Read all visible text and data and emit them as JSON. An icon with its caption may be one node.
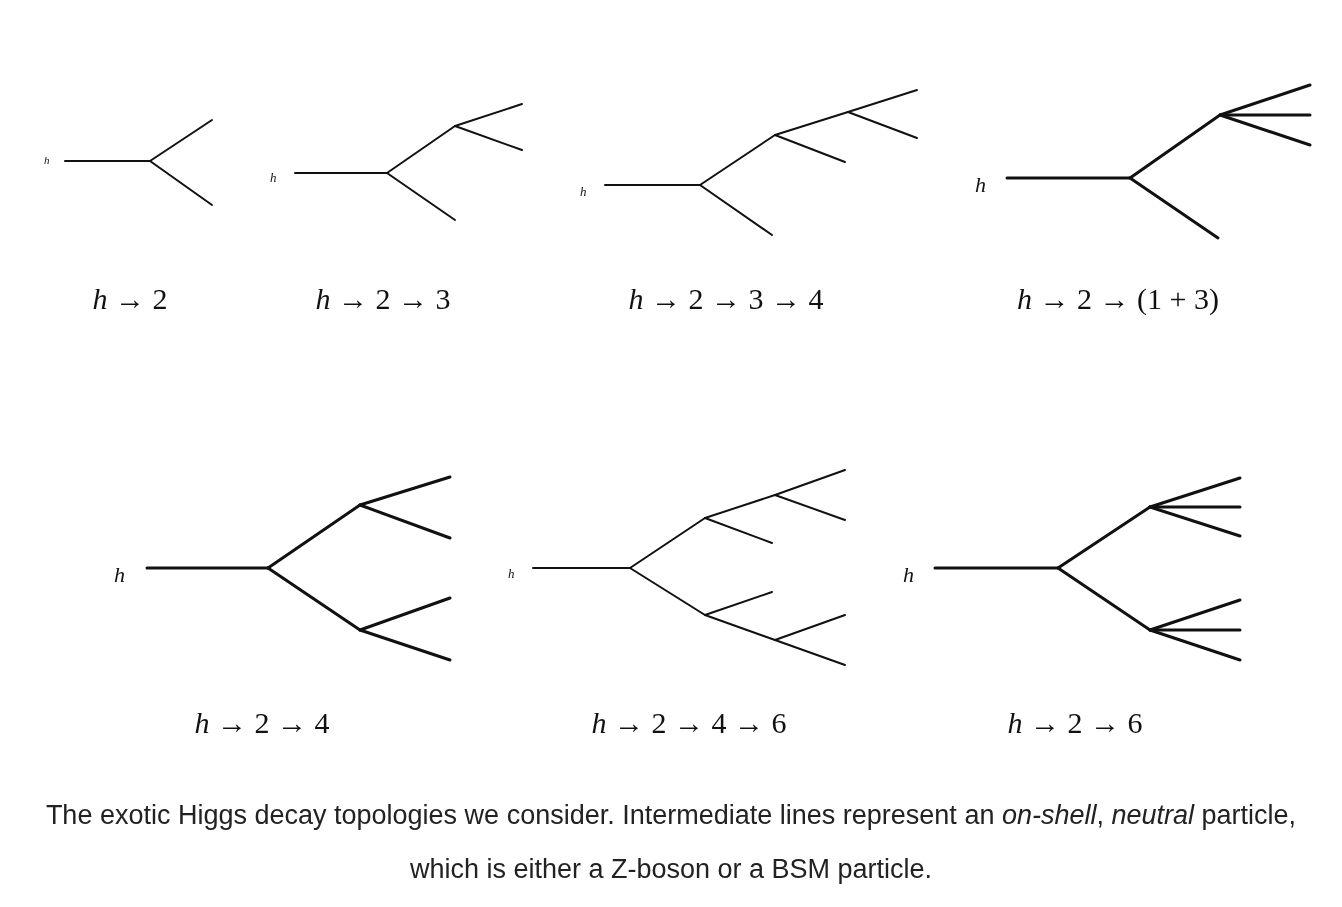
{
  "diagram": {
    "caption": "The exotic Higgs decay topologies we consider. Intermediate lines represent an *on-shell*, *neutral* particle, which is either a Z-boson or a BSM particle.",
    "labels": [
      "*h*",
      "*h*",
      "*h*",
      "*h*",
      "*h* → 2",
      "*h* → 2 → 3",
      "*h* → 2 → 3 → 4",
      "*h* → 2 → (1 + 3)",
      "*h*",
      "*h*",
      "*h*",
      "*h* → 2 → 4",
      "*h* → 2 → 4 → 6",
      "*h* → 2 → 6"
    ]
  }
}
